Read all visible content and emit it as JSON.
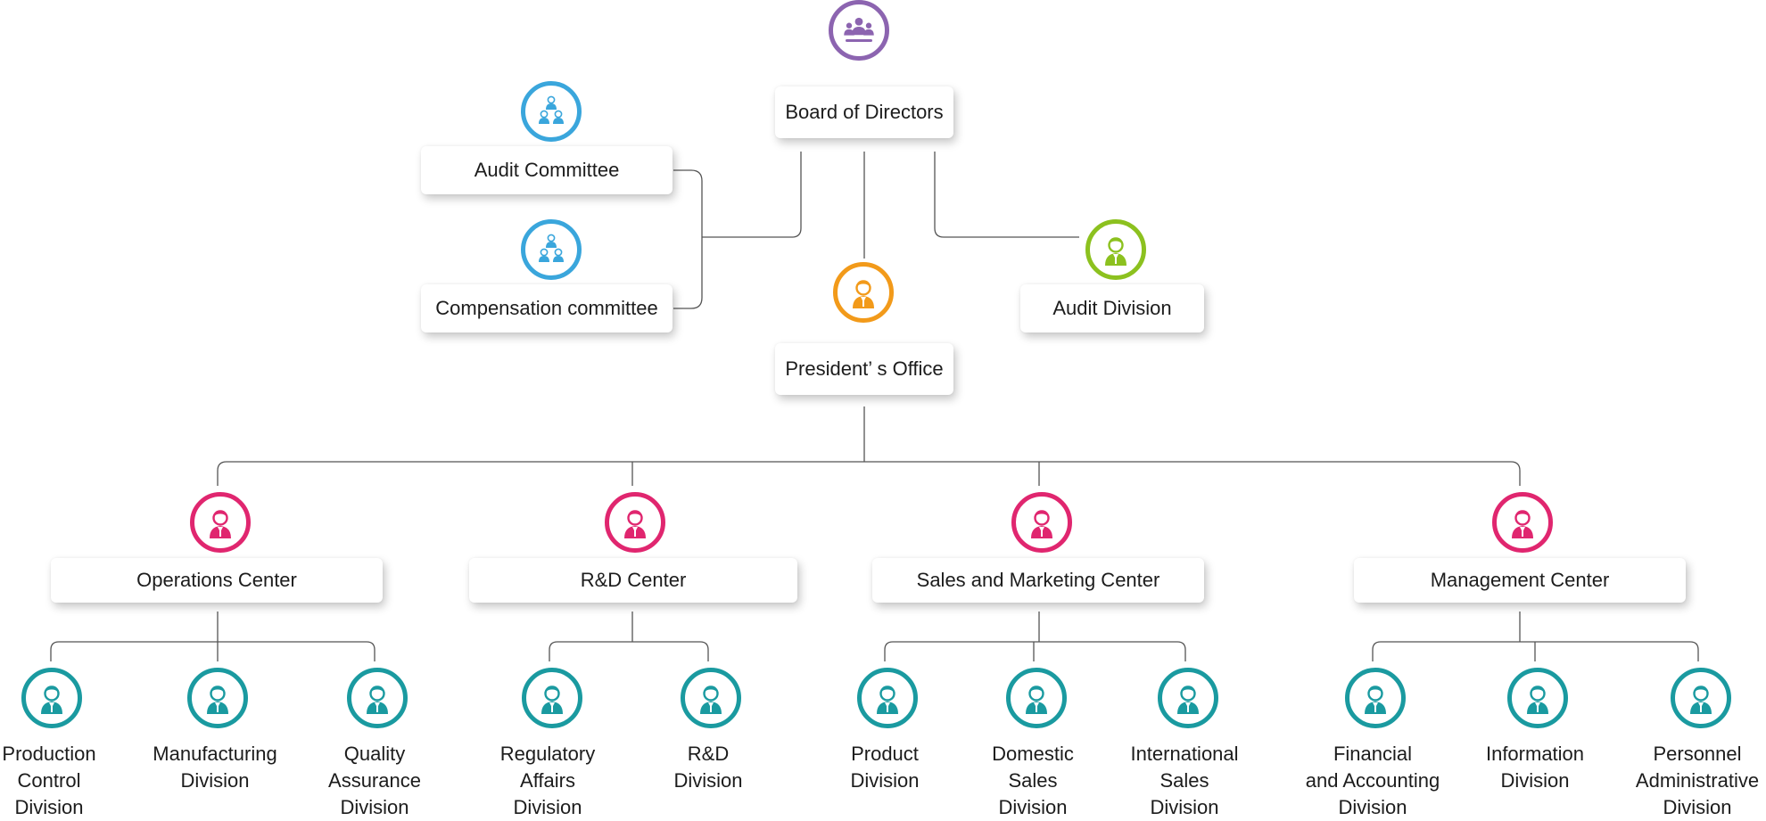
{
  "colors": {
    "board": "#8c64b0",
    "committee": "#3aa6dc",
    "president": "#f29a1a",
    "audit_division": "#8cc11f",
    "center": "#e0266f",
    "division": "#1a9aa0",
    "line": "#555555"
  },
  "board": {
    "label": "Board of Directors",
    "icon": "group-icon"
  },
  "audit_committee": {
    "label": "Audit Committee",
    "icon": "committee-icon"
  },
  "compensation_committee": {
    "label": "Compensation committee",
    "icon": "committee-icon"
  },
  "president": {
    "label": "President’ s Office",
    "icon": "person-icon"
  },
  "audit_division": {
    "label": "Audit Division",
    "icon": "person-icon"
  },
  "centers": [
    {
      "label": "Operations Center",
      "divisions": [
        {
          "lines": [
            "Production",
            "Control",
            "Division"
          ]
        },
        {
          "lines": [
            "Manufacturing",
            "Division"
          ]
        },
        {
          "lines": [
            "Quality",
            "Assurance",
            "Division"
          ]
        }
      ]
    },
    {
      "label": "R&D Center",
      "divisions": [
        {
          "lines": [
            "Regulatory",
            "Affairs",
            "Division"
          ]
        },
        {
          "lines": [
            "R&D",
            "Division"
          ]
        }
      ]
    },
    {
      "label": "Sales and Marketing Center",
      "divisions": [
        {
          "lines": [
            "Product",
            "Division"
          ]
        },
        {
          "lines": [
            "Domestic",
            "Sales",
            "Division"
          ]
        },
        {
          "lines": [
            "International",
            "Sales",
            "Division"
          ]
        }
      ]
    },
    {
      "label": "Management Center",
      "divisions": [
        {
          "lines": [
            "Financial",
            "and Accounting",
            "Division"
          ]
        },
        {
          "lines": [
            "Information",
            "Division"
          ]
        },
        {
          "lines": [
            "Personnel",
            "Administrative",
            "Division"
          ]
        }
      ]
    }
  ]
}
